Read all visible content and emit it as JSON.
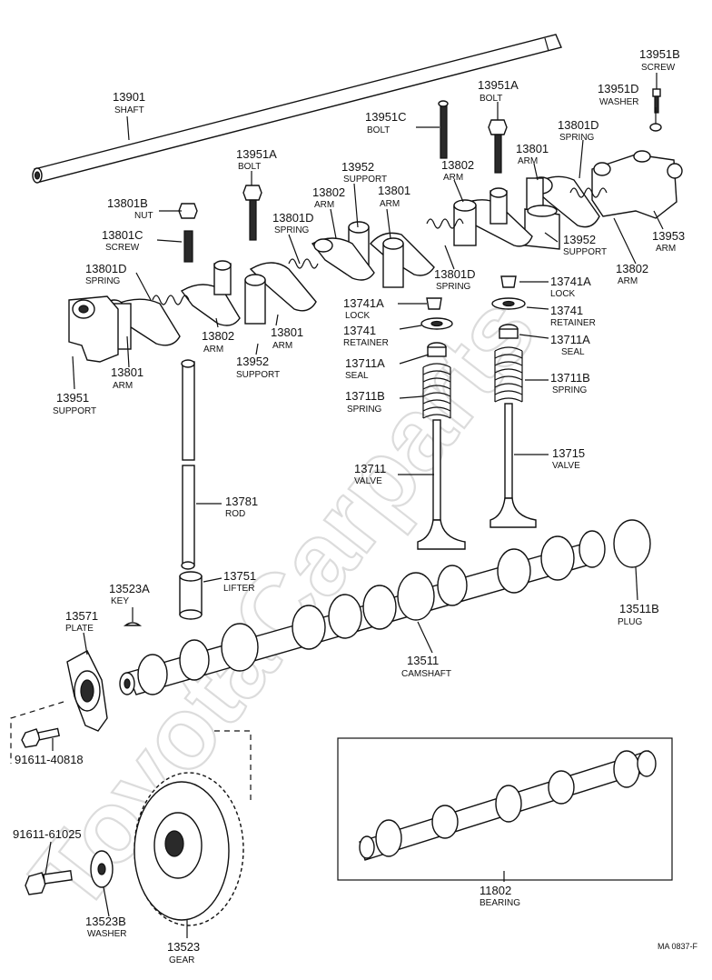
{
  "watermark": "ToyotaCarparts",
  "figure_code": "MA 0837-F",
  "parts": [
    {
      "id": "shaft",
      "number": "13901",
      "name": "SHAFT"
    },
    {
      "id": "screw-b",
      "number": "13951B",
      "name": "SCREW"
    },
    {
      "id": "washer-d",
      "number": "13951D",
      "name": "WASHER"
    },
    {
      "id": "bolt-a-r",
      "number": "13951A",
      "name": "BOLT"
    },
    {
      "id": "bolt-c",
      "number": "13951C",
      "name": "BOLT"
    },
    {
      "id": "spring-d-r",
      "number": "13801D",
      "name": "SPRING"
    },
    {
      "id": "arm-r1",
      "number": "13801",
      "name": "ARM"
    },
    {
      "id": "bolt-a-l",
      "number": "13951A",
      "name": "BOLT"
    },
    {
      "id": "support-m",
      "number": "13952",
      "name": "SUPPORT"
    },
    {
      "id": "arm-m2",
      "number": "13802",
      "name": "ARM"
    },
    {
      "id": "arm-m-13802",
      "number": "13802",
      "name": "ARM"
    },
    {
      "id": "arm-m-13801",
      "number": "13801",
      "name": "ARM"
    },
    {
      "id": "nut-b",
      "number": "13801B",
      "name": "NUT"
    },
    {
      "id": "spring-d-m",
      "number": "13801D",
      "name": "SPRING"
    },
    {
      "id": "screw-c",
      "number": "13801C",
      "name": "SCREW"
    },
    {
      "id": "support-r",
      "number": "13952",
      "name": "SUPPORT"
    },
    {
      "id": "arm-13953",
      "number": "13953",
      "name": "ARM"
    },
    {
      "id": "arm-r-13802",
      "number": "13802",
      "name": "ARM"
    },
    {
      "id": "spring-d-l",
      "number": "13801D",
      "name": "SPRING"
    },
    {
      "id": "spring-d-c",
      "number": "13801D",
      "name": "SPRING"
    },
    {
      "id": "lock-a-r",
      "number": "13741A",
      "name": "LOCK"
    },
    {
      "id": "lock-a-l",
      "number": "13741A",
      "name": "LOCK"
    },
    {
      "id": "retainer-r",
      "number": "13741",
      "name": "RETAINER"
    },
    {
      "id": "retainer-l",
      "number": "13741",
      "name": "RETAINER"
    },
    {
      "id": "seal-r",
      "number": "13711A",
      "name": "SEAL"
    },
    {
      "id": "seal-l",
      "number": "13711A",
      "name": "SEAL"
    },
    {
      "id": "arm-l-13802",
      "number": "13802",
      "name": "ARM"
    },
    {
      "id": "arm-l-13801",
      "number": "13801",
      "name": "ARM"
    },
    {
      "id": "support-l",
      "number": "13952",
      "name": "SUPPORT"
    },
    {
      "id": "arm-13801-l",
      "number": "13801",
      "name": "ARM"
    },
    {
      "id": "support-13951",
      "number": "13951",
      "name": "SUPPORT"
    },
    {
      "id": "spring-b-r",
      "number": "13711B",
      "name": "SPRING"
    },
    {
      "id": "spring-b-l",
      "number": "13711B",
      "name": "SPRING"
    },
    {
      "id": "valve-13715",
      "number": "13715",
      "name": "VALVE"
    },
    {
      "id": "valve-13711",
      "number": "13711",
      "name": "VALVE"
    },
    {
      "id": "rod",
      "number": "13781",
      "name": "ROD"
    },
    {
      "id": "lifter",
      "number": "13751",
      "name": "LIFTER"
    },
    {
      "id": "key",
      "number": "13523A",
      "name": "KEY"
    },
    {
      "id": "plug",
      "number": "13511B",
      "name": "PLUG"
    },
    {
      "id": "plate",
      "number": "13571",
      "name": "PLATE"
    },
    {
      "id": "camshaft",
      "number": "13511",
      "name": "CAMSHAFT"
    },
    {
      "id": "bolt-40818",
      "number": "91611-40818",
      "name": ""
    },
    {
      "id": "bolt-61025",
      "number": "91611-61025",
      "name": ""
    },
    {
      "id": "bearing",
      "number": "11802",
      "name": "BEARING"
    },
    {
      "id": "washer-b",
      "number": "13523B",
      "name": "WASHER"
    },
    {
      "id": "gear",
      "number": "13523",
      "name": "GEAR"
    }
  ]
}
